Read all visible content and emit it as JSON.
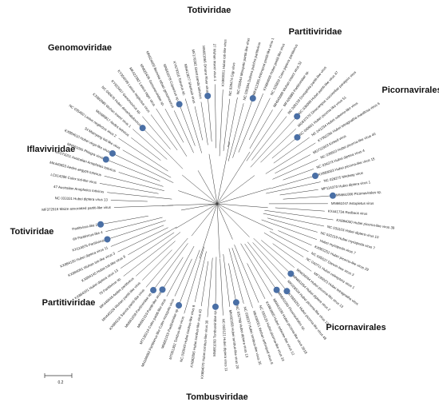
{
  "figure": {
    "families": [
      {
        "id": "totiviridae-top",
        "label": "Totiviridae"
      },
      {
        "id": "partitiviridae-top",
        "label": "Partitiviridae"
      },
      {
        "id": "genomoviridae",
        "label": "Genomoviridae"
      },
      {
        "id": "picornavirales-right",
        "label": "Picornavirales"
      },
      {
        "id": "iflaviviridae",
        "label": "Iflaviviridae"
      },
      {
        "id": "totiviridae-left",
        "label": "Totiviridae"
      },
      {
        "id": "partitiviridae-left",
        "label": "Partitiviridae"
      },
      {
        "id": "picornavirales-bottom",
        "label": "Picornavirales"
      },
      {
        "id": "tombusviridae",
        "label": "Tombusviridae"
      }
    ],
    "scale_bar": {
      "label": "0.2"
    },
    "marker_color": "#4a6fa5",
    "leaves": [
      {
        "label": "MF372916 Maize associated partiti-like virus",
        "marker": false
      },
      {
        "label": "NC 033331 Hubei diptera virus 13",
        "marker": false
      },
      {
        "label": "47 Australian Anopheles totivirus",
        "marker": false
      },
      {
        "label": "LC514396 Culex toti-like virus",
        "marker": false
      },
      {
        "label": "MK440653 Aedes aegypti totivirus",
        "marker": false
      },
      {
        "label": "MF073201 Australian Anopheles totivirus",
        "marker": false
      },
      {
        "label": "MN661055 Phlegra virus",
        "marker": true
      },
      {
        "label": "KX884610 Hubei virga-like virus",
        "marker": true
      },
      {
        "label": "34 Mianyang toti-like virus",
        "marker": false
      },
      {
        "label": "NC 035450 Lasius neglectus virus 2",
        "marker": false
      },
      {
        "label": "MG686817 Aedes totivirus",
        "marker": false
      },
      {
        "label": "KX882980 Wuhan insect virus 1",
        "marker": false
      },
      {
        "label": "NC 040676 Hubei dimarhabdovirus",
        "marker": true
      },
      {
        "label": "KY923457 Genomovirus sp.",
        "marker": false
      },
      {
        "label": "KY354249 Lasius neglectus virus",
        "marker": false
      },
      {
        "label": "MK422382 Lasius niger virus",
        "marker": false
      },
      {
        "label": "MN626435 Genomoviridae sp.",
        "marker": false
      },
      {
        "label": "MN624600 Bemisia tabaci genomovirus",
        "marker": false
      },
      {
        "label": "MN661078 Cripavirus sp.",
        "marker": true
      },
      {
        "label": "KY679316 Totivirus sp.",
        "marker": false
      },
      {
        "label": "MN413677 Sherlock virus",
        "marker": false
      },
      {
        "label": "MF176282 Giant panda totivirus",
        "marker": false
      },
      {
        "label": "MN661066 Omono River virus",
        "marker": true
      },
      {
        "label": "27 Wuhan insect virus 1",
        "marker": false
      },
      {
        "label": "KX883001 Hubei toti-like virus",
        "marker": false
      },
      {
        "label": "NC 028474 Gigi virus",
        "marker": false
      },
      {
        "label": "NC 035844 Mosquito partiti-like virus",
        "marker": false
      },
      {
        "label": "NC 030394 Delisea pulchra partitivirus",
        "marker": false
      },
      {
        "label": "MK412395 Arthropod partiti-like virus 1",
        "marker": true
      },
      {
        "label": "KX884006 Hubei partiti-like virus",
        "marker": false
      },
      {
        "label": "NC 025802 Culex pipiens partitivirus",
        "marker": false
      },
      {
        "label": "MH045688 Wuhan insect virus 32",
        "marker": false
      },
      {
        "label": "MF426889 Partitiviridae sp.",
        "marker": false
      },
      {
        "label": "NC 028139 Drosophila partiti-like virus",
        "marker": false
      },
      {
        "label": "NC 036099 Hubei partiti-like virus 47",
        "marker": true
      },
      {
        "label": "MG837370 Dinocampus coccinellae paralysis virus",
        "marker": false
      },
      {
        "label": "NC 040661 Hubei picorna-like virus 51",
        "marker": true
      },
      {
        "label": "NC 041234 Hubei sobemo-like virus",
        "marker": false
      },
      {
        "label": "KY352256 Hubei tetragnatha maxillosa virus 6",
        "marker": false
      },
      {
        "label": "MG722903 Kinkell virus",
        "marker": false
      },
      {
        "label": "NC 036603 Hubei picorna-like virus 40",
        "marker": false
      },
      {
        "label": "NC 034373 Hubei diptera virus 4",
        "marker": false
      },
      {
        "label": "KX883003 Hubei picorna-like virus 15",
        "marker": true
      },
      {
        "label": "NC 028275 Medway virus",
        "marker": false
      },
      {
        "label": "MF114370 Hubei diptera virus 1",
        "marker": false
      },
      {
        "label": "MN661086 Picornavirales sp.",
        "marker": true
      },
      {
        "label": "MN661047 Astopletus virus",
        "marker": false
      },
      {
        "label": "KX441734 Redback virus",
        "marker": false
      },
      {
        "label": "KX884000 Hubei picorna-like virus 39",
        "marker": false
      },
      {
        "label": "NC 031103 Hubei diptera virus 10",
        "marker": false
      },
      {
        "label": "NC 032219 Hubei myriapoda virus 7",
        "marker": false
      },
      {
        "label": "Hubei myriapoda virus 7",
        "marker": false
      },
      {
        "label": "KX883252 Hubei picorna-like virus 29",
        "marker": false
      },
      {
        "label": "NC 035637 Darwin bee virus 3",
        "marker": false
      },
      {
        "label": "NC 040711 Hubei coleoptera virus 1",
        "marker": false
      },
      {
        "label": "MF190023 Hubei tetragnatha virus",
        "marker": false
      },
      {
        "label": "MN434044 Hubei picorna-like virus 13",
        "marker": false
      },
      {
        "label": "MN661054 Hubei diptera virus 2",
        "marker": true
      },
      {
        "label": "MK028534 Hubei picorna-like virus 12",
        "marker": false
      },
      {
        "label": "KX883251 Hubei picorna-like virus 48",
        "marker": true
      },
      {
        "label": "MN661050 Picornavirales sp.",
        "marker": true
      },
      {
        "label": "MN661030 Hubei picorna-like virus 2018",
        "marker": false
      },
      {
        "label": "KX882860 Hubei sobemo-like virus 12",
        "marker": false
      },
      {
        "label": "NC 033126 Hubei picorna-like virus 24",
        "marker": false
      },
      {
        "label": "MK430051 Wuhan arthropod virus 8",
        "marker": false
      },
      {
        "label": "NC 028237 Hubei tombus-like virus 35",
        "marker": false
      },
      {
        "label": "NC 032799 Hubei diptera virus 13",
        "marker": true
      },
      {
        "label": "MK492258 Hubei tombus-like virus 20",
        "marker": false
      },
      {
        "label": "NC 033121 Hubei diptera virus 11",
        "marker": false
      },
      {
        "label": "MN661093 Tombusviridae sp.",
        "marker": true
      },
      {
        "label": "KX884070 Hubei tombus-like virus 30",
        "marker": false
      },
      {
        "label": "KX882855 Hubei tombus-like virus 43",
        "marker": false
      },
      {
        "label": "NC 033043 Hubei tombus-like virus 8",
        "marker": false
      },
      {
        "label": "MT001302 Tombus-like virus",
        "marker": false
      },
      {
        "label": "MN661015 Partitiviridae sp.",
        "marker": true
      },
      {
        "label": "MN166050 Partitivirus-like Culex mosquito virus",
        "marker": false
      },
      {
        "label": "MT136214 Culex partiti-like virus",
        "marker": false
      },
      {
        "label": "MN661019 Partiti-like virus",
        "marker": true
      },
      {
        "label": "MN661038 Partitiviridae sp.",
        "marker": true
      },
      {
        "label": "KX884216 Sanxia partiti-like virus",
        "marker": false
      },
      {
        "label": "MH445226 Wuhan partiti-like virus",
        "marker": false
      },
      {
        "label": "MK440648 Aedes partitivirus",
        "marker": false
      },
      {
        "label": "79 Partitivirus sp.",
        "marker": false
      },
      {
        "label": "KX884201 Hubei diptera virus 13",
        "marker": false
      },
      {
        "label": "KX884145 Hubei toti-like virus 8",
        "marker": false
      },
      {
        "label": "KX884091 Wuhan toti-like virus 3",
        "marker": false
      },
      {
        "label": "KX884150 Hubei diptera virus 11",
        "marker": false
      },
      {
        "label": "KX114875 Partitivirus",
        "marker": true
      },
      {
        "label": "69 Partitivirus-like 4",
        "marker": false
      },
      {
        "label": "Partitivirus-like 2",
        "marker": true
      }
    ]
  }
}
